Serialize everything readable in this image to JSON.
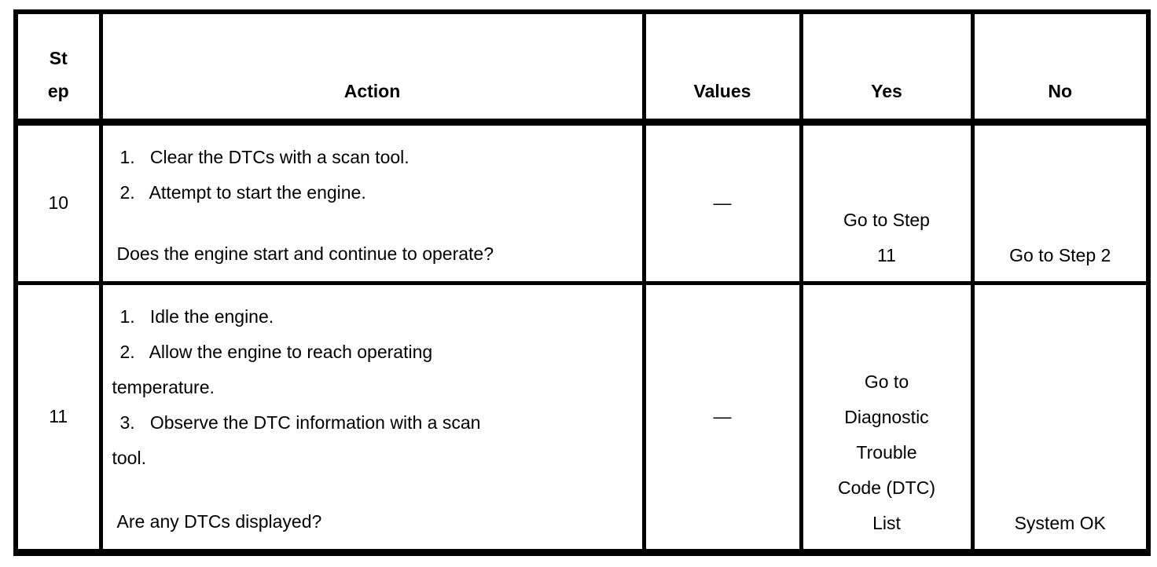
{
  "colors": {
    "border": "#000000",
    "text": "#000000",
    "background": "#ffffff"
  },
  "table": {
    "columns": [
      {
        "key": "step",
        "label": "St\nep"
      },
      {
        "key": "action",
        "label": "Action"
      },
      {
        "key": "values",
        "label": "Values"
      },
      {
        "key": "yes",
        "label": "Yes"
      },
      {
        "key": "no",
        "label": "No"
      }
    ],
    "rows": [
      {
        "step": "10",
        "action": {
          "items": [
            "1.   Clear the DTCs with a scan tool.",
            "2.   Attempt to start the engine."
          ],
          "question": "Does the engine start and continue to operate?"
        },
        "values": "—",
        "yes": "Go to Step\n11",
        "no": "Go to Step 2"
      },
      {
        "step": "11",
        "action": {
          "items": [
            "1.   Idle the engine.",
            "2.   Allow the engine to reach operating\ntemperature.",
            "3.   Observe the DTC information with a scan\ntool."
          ],
          "question": "Are any DTCs displayed?"
        },
        "values": "—",
        "yes": "Go to\nDiagnostic\nTrouble\nCode (DTC)\nList",
        "no": "System OK"
      }
    ]
  }
}
